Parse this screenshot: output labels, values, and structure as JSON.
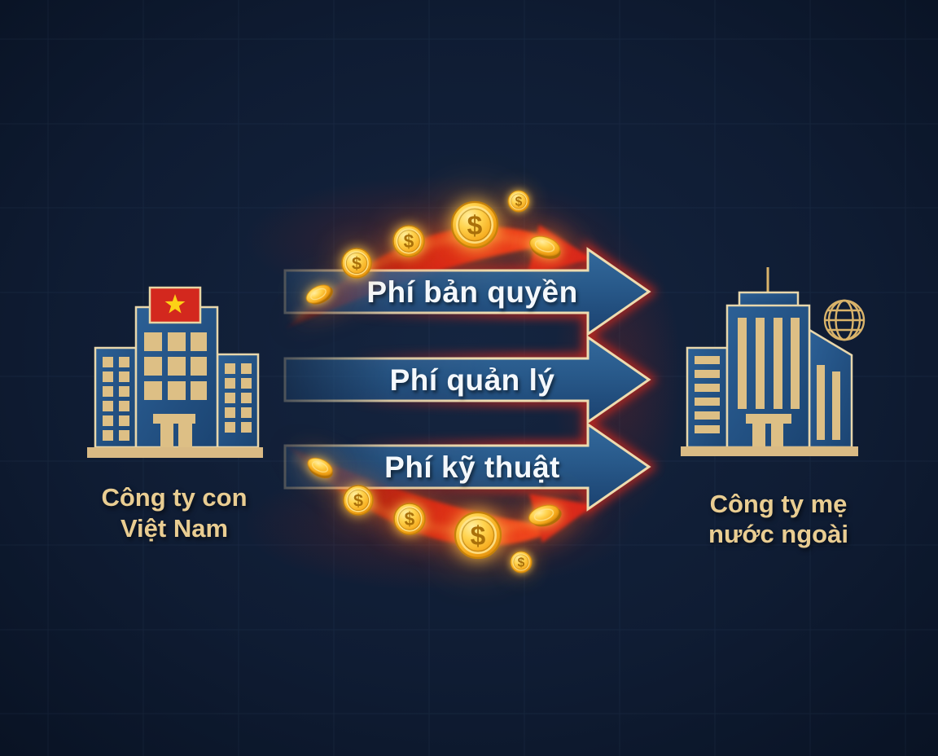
{
  "diagram": {
    "left_entity": {
      "line1": "Công ty con",
      "line2": "Việt Nam",
      "icon": "office-building-with-vietnam-flag"
    },
    "right_entity": {
      "line1": "Công ty mẹ",
      "line2": "nước ngoài",
      "icon": "skyscraper-with-globe"
    },
    "flows": [
      {
        "label": "Phí bản quyền",
        "direction": "left-to-right"
      },
      {
        "label": "Phí quản lý",
        "direction": "left-to-right"
      },
      {
        "label": "Phí kỹ thuật",
        "direction": "left-to-right"
      }
    ],
    "decor": {
      "coin_symbol": "$",
      "icons": [
        "dollar-coin-icon",
        "vietnam-flag-icon",
        "globe-icon",
        "red-swoosh-arrow"
      ]
    },
    "colors": {
      "background": "#0f1c33",
      "arrow_fill": "#2a5f8f",
      "arrow_border": "#eedcb0",
      "glow_red": "#d8281a",
      "coin_gold": "#f5a91c",
      "label_gold": "#e9cd92",
      "building_blue": "#24578c",
      "flag_red": "#d3281e",
      "star_yellow": "#fcd116",
      "text_white": "#f4f8fc"
    }
  }
}
